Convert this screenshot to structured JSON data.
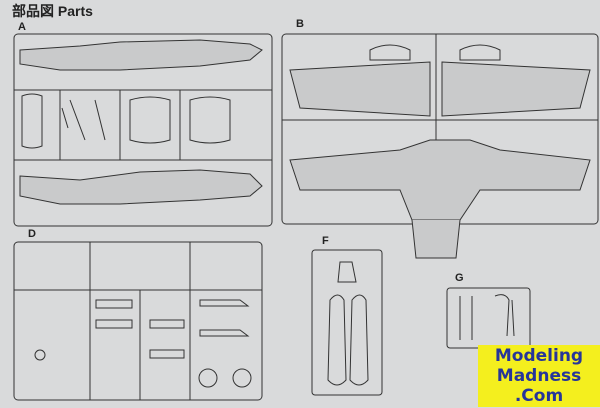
{
  "page": {
    "title": "部品図 Parts"
  },
  "sprues": [
    {
      "letter": "A"
    },
    {
      "letter": "B"
    },
    {
      "letter": "D"
    },
    {
      "letter": "F"
    },
    {
      "letter": "G"
    }
  ],
  "logo": {
    "line1": "Modeling",
    "line2": "Madness",
    "line3": ".Com",
    "bg_color": "#f4ef1e",
    "text_color": "#26359a"
  }
}
